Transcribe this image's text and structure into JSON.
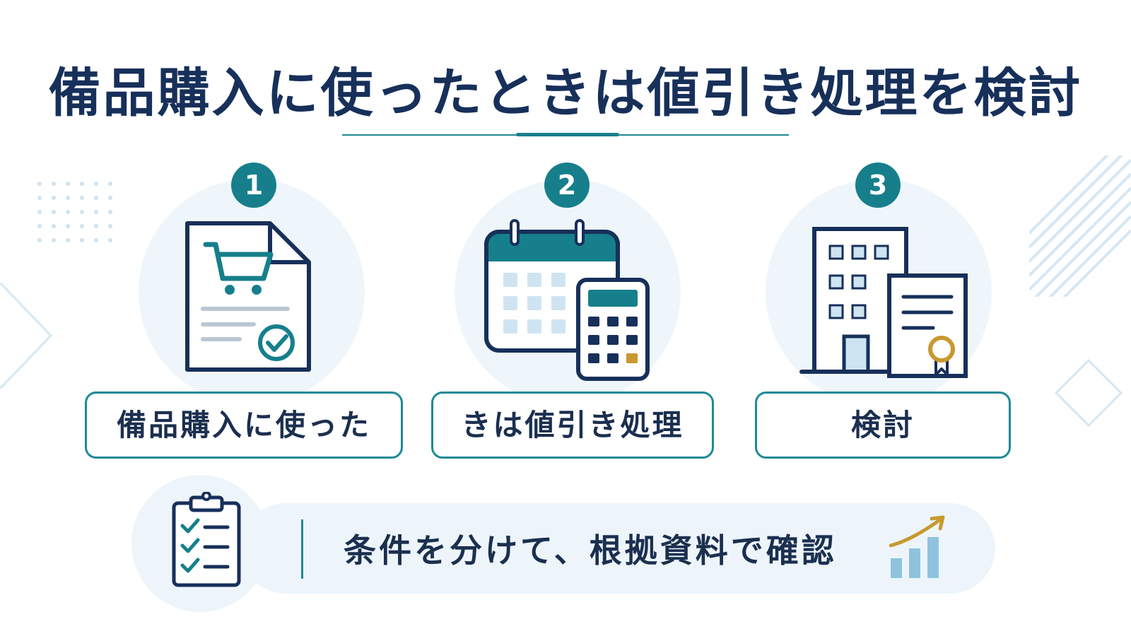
{
  "title": "備品購入に使ったときは値引き処理を検討",
  "steps": [
    {
      "number": "1",
      "label": "備品購入に使った",
      "icon": "invoice-cart-check-icon"
    },
    {
      "number": "2",
      "label": "きは値引き処理",
      "icon": "calendar-calculator-icon"
    },
    {
      "number": "3",
      "label": "検討",
      "icon": "office-building-certificate-icon"
    }
  ],
  "bottom": {
    "text": "条件を分けて、根拠資料で確認",
    "left_icon": "clipboard-checklist-icon",
    "right_icon": "rising-bar-chart-icon"
  },
  "colors": {
    "navy": "#17305a",
    "teal": "#167f8b",
    "light_blue": "#cfe4f2",
    "pale_blue": "#edf5fb",
    "gold": "#c8992f"
  }
}
